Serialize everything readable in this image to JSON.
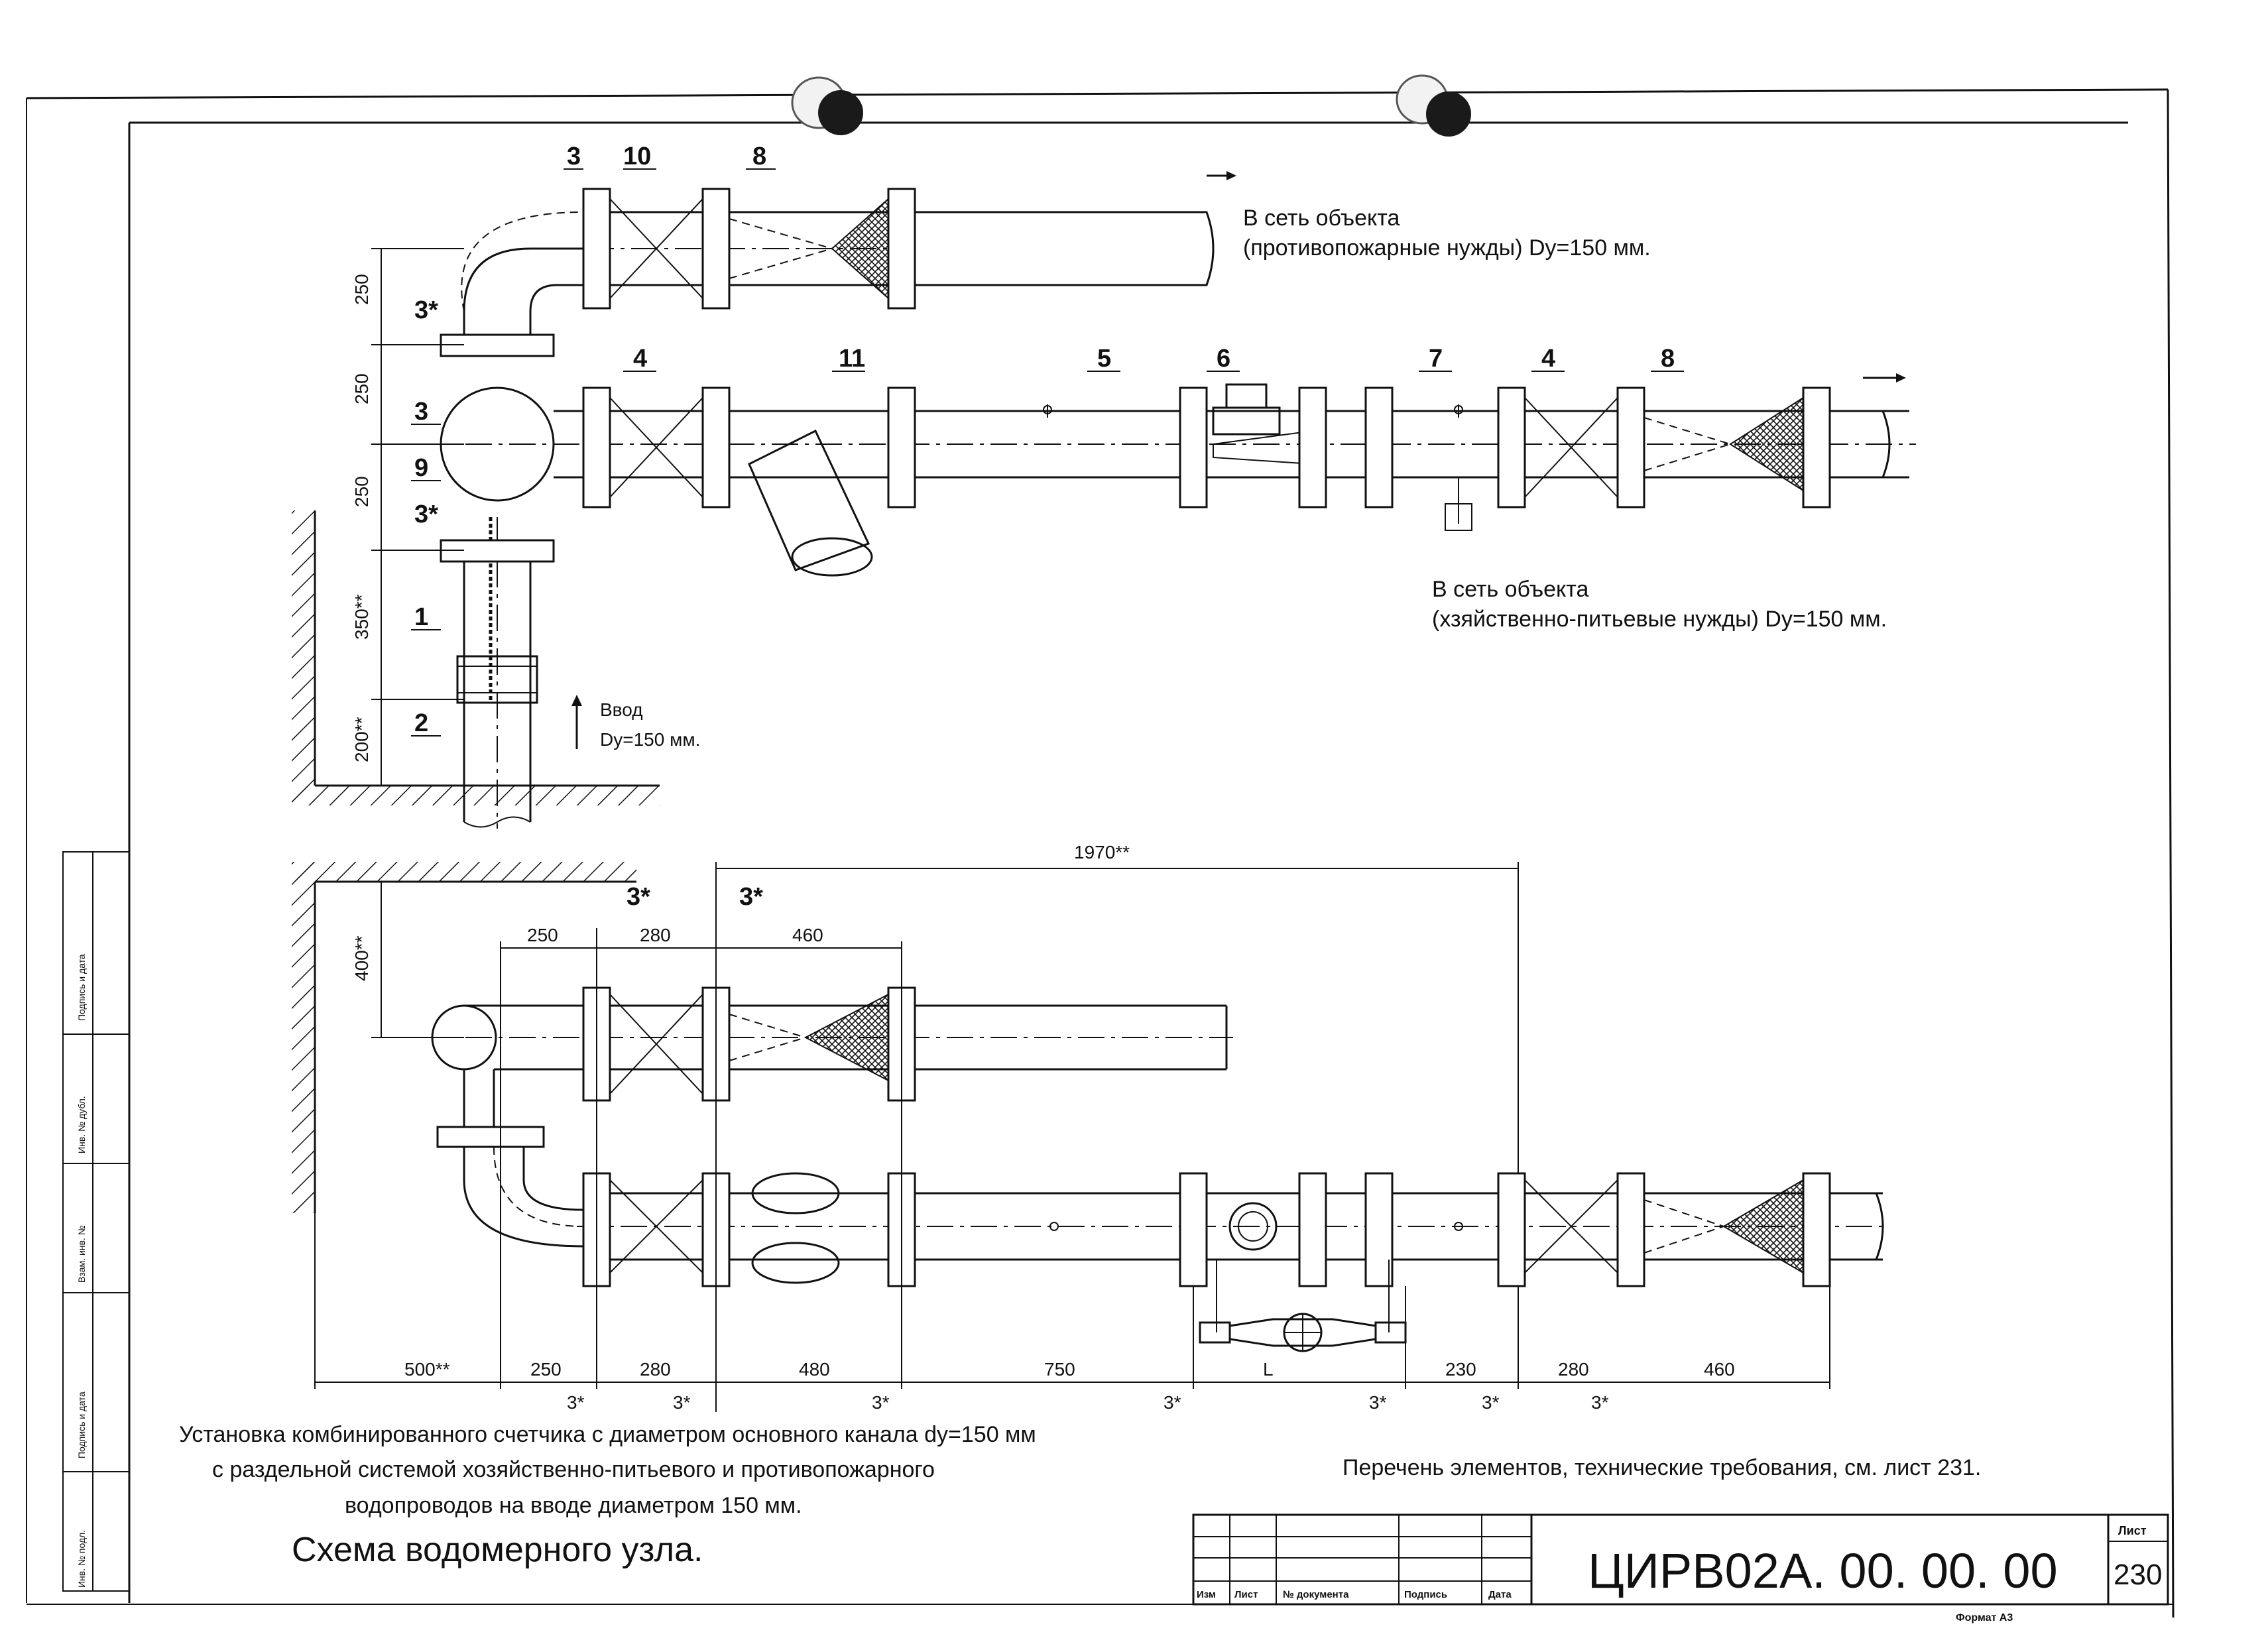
{
  "parts_top": [
    "3",
    "10",
    "8",
    "4",
    "11",
    "5",
    "6",
    "7",
    "4",
    "8",
    "3",
    "9",
    "1",
    "2"
  ],
  "marks": {
    "three_star": "3*"
  },
  "top_vertical_dims": [
    "250",
    "250",
    "250",
    "350**",
    "200**"
  ],
  "labels": {
    "fire_network": [
      "В сеть объекта",
      "(противопожарные нужды) Dy=150 мм."
    ],
    "household_network": [
      "В сеть объекта",
      "(хзяйственно-питьевые нужды) Dy=150 мм."
    ],
    "inlet": [
      "Ввод",
      "Dy=150 мм."
    ]
  },
  "bottom_top_dims": {
    "overall": "1970**",
    "d400": "400**",
    "d250": "250",
    "d280": "280",
    "d460": "460"
  },
  "bottom_chain_dims": [
    "500**",
    "250",
    "280",
    "480",
    "750",
    "L",
    "230",
    "280",
    "460"
  ],
  "caption": [
    "Установка комбинированного счетчика с диаметром основного канала dy=150 мм",
    "с раздельной  системой хозяйственно-питьевого и противопожарного",
    "водопроводов на вводе диаметром 150 мм."
  ],
  "schema_title": "Схема водомерного узла.",
  "reference_note": "Перечень элементов, технические требования, см. лист 231.",
  "side_stamps": [
    "Подпись и дата",
    "Инв. № дубл.",
    "Взам. инв. №",
    "Подпись и дата",
    "Инв. № подл."
  ],
  "title_block": {
    "headers": [
      "Изм",
      "Лист",
      "№ документа",
      "Подпись",
      "Дата"
    ],
    "designation": "ЦИРВ02А. 00. 00. 00",
    "sheet_label": "Лист",
    "sheet_number": "230",
    "format": "Формат А3"
  }
}
